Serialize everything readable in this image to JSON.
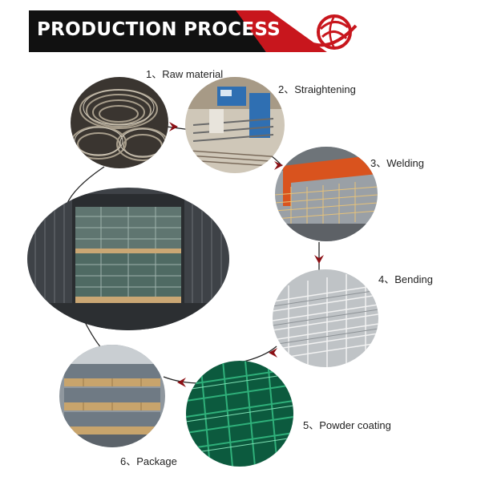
{
  "header": {
    "title": "PRODUCTION PROCESS",
    "banner_color": "#111111",
    "accent_color": "#c8161d",
    "logo_icon": "globe-swoosh-icon"
  },
  "steps": [
    {
      "label": "1、Raw material",
      "photo": "steel-wire-coils"
    },
    {
      "label": "2、Straightening",
      "photo": "straightening-machine"
    },
    {
      "label": "3、Welding",
      "photo": "welding-machine"
    },
    {
      "label": "4、Bending",
      "photo": "bent-wire-panels"
    },
    {
      "label": "5、Powder coating",
      "photo": "green-coated-panels"
    },
    {
      "label": "6、Package",
      "photo": "palletized-panels"
    }
  ],
  "center_photo": "loaded-shipping-container",
  "arrow_color": "#8b0f14"
}
